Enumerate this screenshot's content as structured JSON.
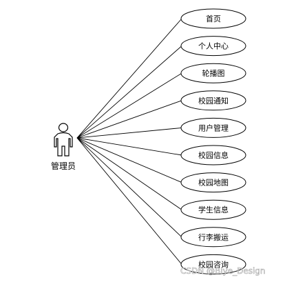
{
  "actor": {
    "label": "管理员",
    "icon": "stick-figure-actor-icon"
  },
  "use_cases": [
    {
      "id": "home",
      "label": "首页"
    },
    {
      "id": "personal-center",
      "label": "个人中心"
    },
    {
      "id": "carousel",
      "label": "轮播图"
    },
    {
      "id": "campus-notice",
      "label": "校园通知"
    },
    {
      "id": "user-management",
      "label": "用户管理"
    },
    {
      "id": "campus-info",
      "label": "校园信息"
    },
    {
      "id": "campus-map",
      "label": "校园地图"
    },
    {
      "id": "student-info",
      "label": "学生信息"
    },
    {
      "id": "luggage-moving",
      "label": "行李搬运"
    },
    {
      "id": "campus-consult",
      "label": "校园咨询"
    }
  ],
  "watermark": "CSDN @Biye_Design",
  "colors": {
    "stroke": "#000000",
    "background": "#ffffff",
    "watermark": "#9a9a9a"
  }
}
